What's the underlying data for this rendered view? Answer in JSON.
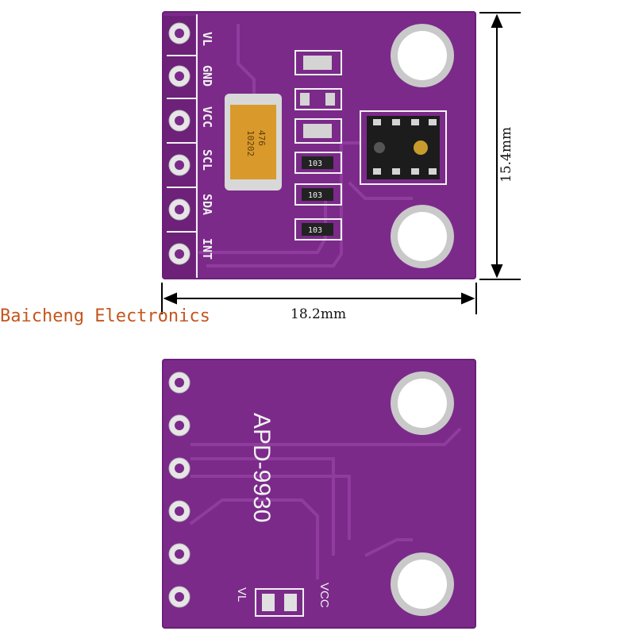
{
  "watermark": "Baicheng Electronics",
  "dimensions": {
    "width": "18.2mm",
    "height": "15.4mm"
  },
  "front": {
    "pin_labels": [
      "VL",
      "GND",
      "VCC",
      "SCL",
      "SDA",
      "INT"
    ],
    "capacitor_marking": [
      "476",
      "10202"
    ],
    "resistor_markings": [
      "103",
      "103",
      "103"
    ]
  },
  "back": {
    "module_name": "APD-9930",
    "pad_labels": [
      "VL",
      "VCC"
    ]
  },
  "colors": {
    "pcb": "#7b2a8a",
    "silkscreen": "#f2f2f2",
    "pad": "#d8d8d8",
    "brand_text": "#c4561f"
  }
}
